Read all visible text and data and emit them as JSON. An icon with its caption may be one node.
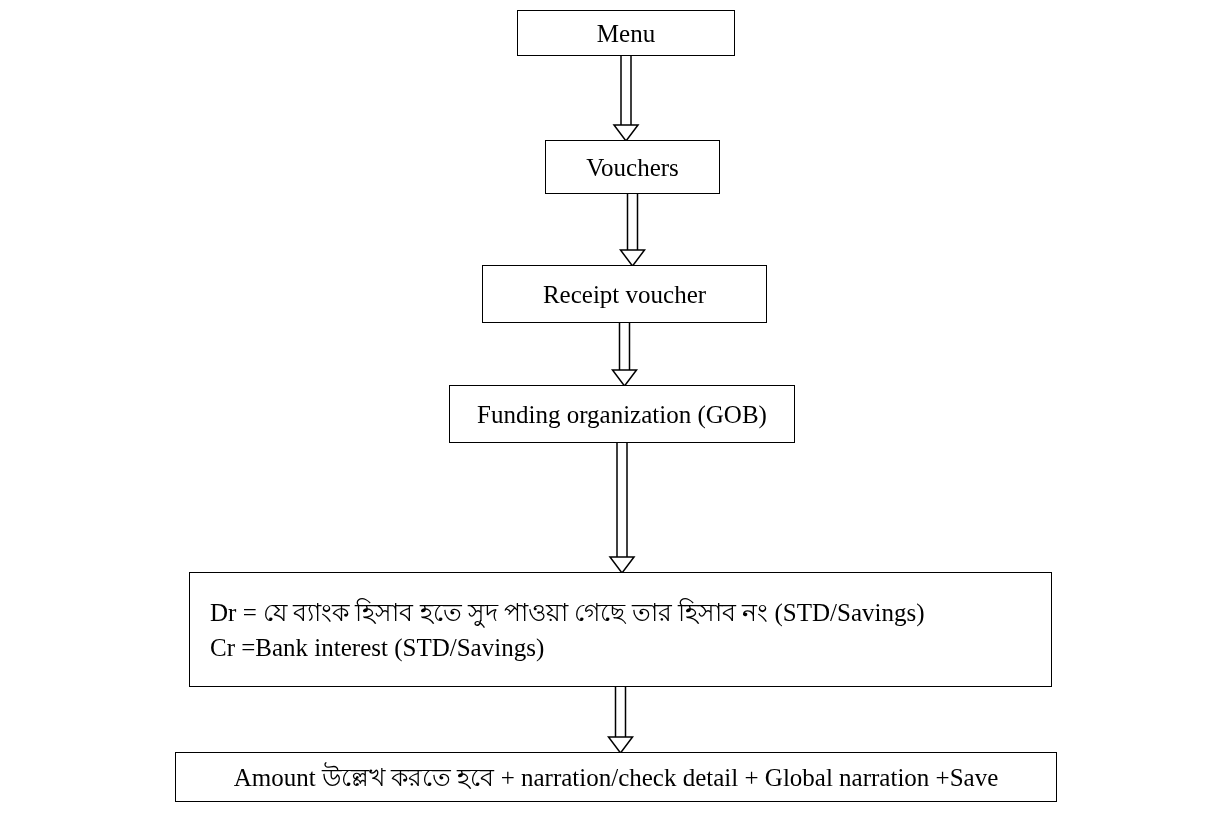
{
  "diagram": {
    "nodes": [
      {
        "text": [
          "Menu"
        ]
      },
      {
        "text": [
          "Vouchers"
        ]
      },
      {
        "text": [
          "Receipt voucher"
        ]
      },
      {
        "text": [
          "Funding organization (GOB)"
        ]
      },
      {
        "text": [
          "Dr = যে ব্যাংক হিসাব হতে সুদ পাওয়া গেছে তার হিসাব নং (STD/Savings)",
          "Cr =Bank interest (STD/Savings)"
        ]
      },
      {
        "text": [
          "Amount উল্লেখ করতে হবে + narration/check detail + Global narration +Save"
        ]
      }
    ],
    "edges": [
      {
        "from": 0,
        "to": 1,
        "arrow": "to"
      },
      {
        "from": 1,
        "to": 2,
        "arrow": "to"
      },
      {
        "from": 2,
        "to": 3,
        "arrow": "to"
      },
      {
        "from": 3,
        "to": 4,
        "arrow": "to"
      },
      {
        "from": 4,
        "to": 5,
        "arrow": "to"
      }
    ]
  }
}
